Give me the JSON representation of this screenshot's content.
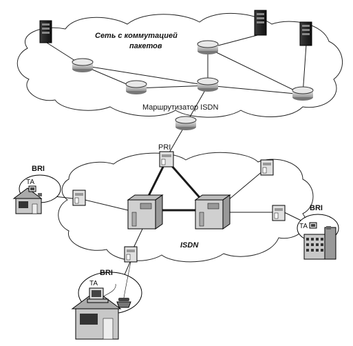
{
  "labels": {
    "packet_network": "Сеть с коммутацией\nпакетов",
    "isdn_router": "Маршрутизатор ISDN",
    "pri": "PRI",
    "isdn": "ISDN",
    "bri_left": "BRI",
    "bri_right": "BRI",
    "bri_bottom": "BRI",
    "ta_left": "TA",
    "ta_right": "TA",
    "ta_bottom": "TA"
  },
  "colors": {
    "line": "#1a1a1a",
    "cloud_fill": "#ffffff",
    "device_fill": "#d9d9d9",
    "building_fill": "#c8c8c8"
  }
}
